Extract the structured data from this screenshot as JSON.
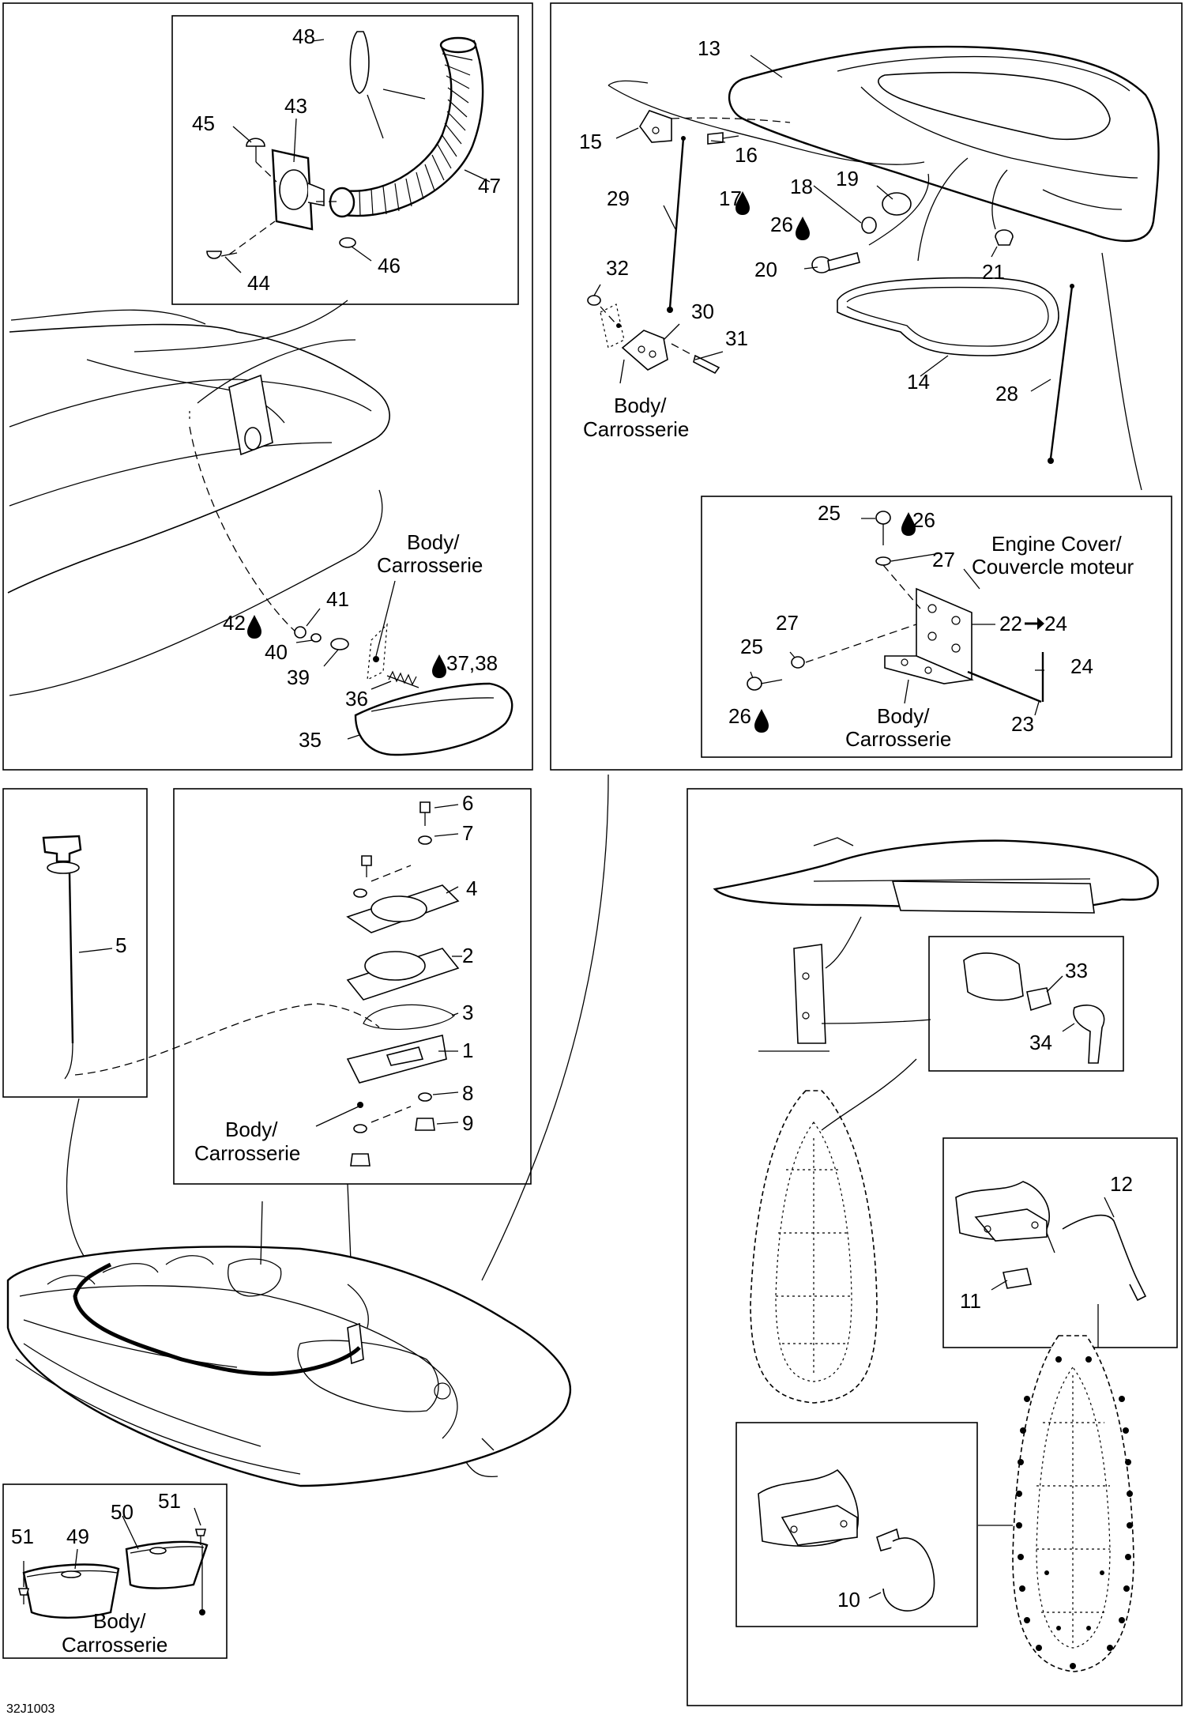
{
  "drawing_code": "32J1003",
  "body_label_line1": "Body/",
  "body_label_line2": "Carrosserie",
  "engine_cover_line1": "Engine Cover/",
  "engine_cover_line2": "Couvercle moteur",
  "sealant_symbol": "drop-icon",
  "callouts": {
    "n1": "1",
    "n2": "2",
    "n3": "3",
    "n4": "4",
    "n5": "5",
    "n6": "6",
    "n7": "7",
    "n8": "8",
    "n9": "9",
    "n10": "10",
    "n11": "11",
    "n12": "12",
    "n13": "13",
    "n14": "14",
    "n15": "15",
    "n16": "16",
    "n17": "17",
    "n18": "18",
    "n19": "19",
    "n20": "20",
    "n21": "21",
    "n22_24": "22",
    "n23": "23",
    "n24": "24",
    "n24b": "24",
    "n25": "25",
    "n26": "26",
    "n27": "27",
    "n28": "28",
    "n29": "29",
    "n30": "30",
    "n31": "31",
    "n32": "32",
    "n33": "33",
    "n34": "34",
    "n35": "35",
    "n36": "36",
    "n37_38": "37,38",
    "n39": "39",
    "n40": "40",
    "n41": "41",
    "n42": "42",
    "n43": "43",
    "n44": "44",
    "n45": "45",
    "n46": "46",
    "n47": "47",
    "n48": "48",
    "n49": "49",
    "n50": "50",
    "n51": "51"
  }
}
